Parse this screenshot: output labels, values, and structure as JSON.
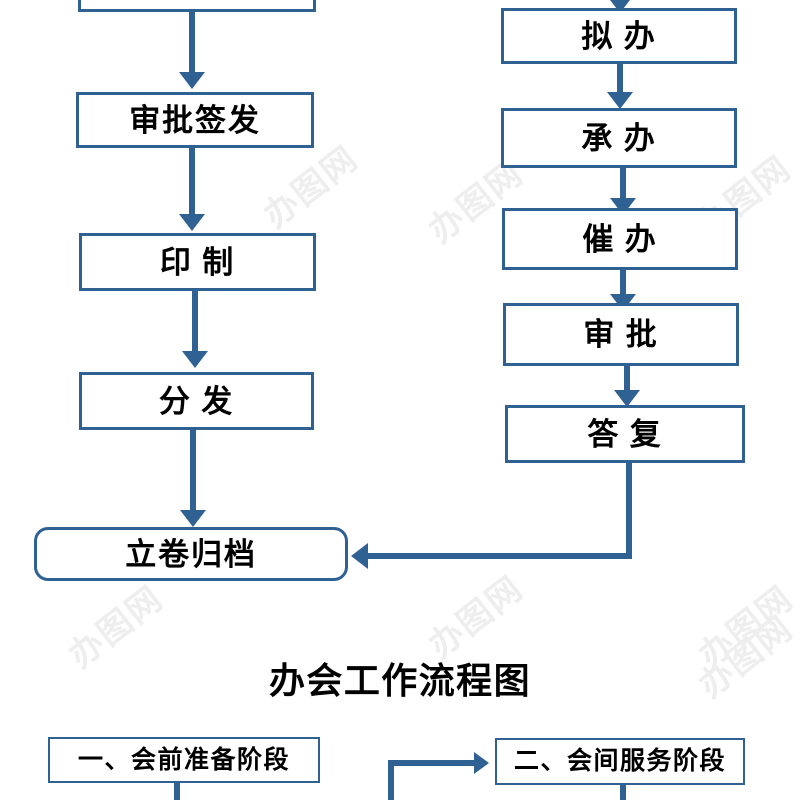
{
  "diagram": {
    "title_lower_section": "办会工作流程图",
    "watermark_text": "办图网",
    "accent_color": "#2f6193",
    "background_color": "#ffffff",
    "text_color": "#000000"
  },
  "left_column": {
    "nodes": [
      {
        "label": "",
        "note": "top box cropped off-screen"
      },
      {
        "label": "审批签发"
      },
      {
        "label": "印  制"
      },
      {
        "label": "分  发"
      },
      {
        "label": "立卷归档"
      }
    ]
  },
  "right_column": {
    "nodes": [
      {
        "label": "拟  办"
      },
      {
        "label": "承  办"
      },
      {
        "label": "催  办"
      },
      {
        "label": "审  批"
      },
      {
        "label": "答  复"
      }
    ]
  },
  "lower_section": {
    "stages": [
      {
        "label": "一、会前准备阶段"
      },
      {
        "label": "二、会间服务阶段"
      }
    ]
  }
}
